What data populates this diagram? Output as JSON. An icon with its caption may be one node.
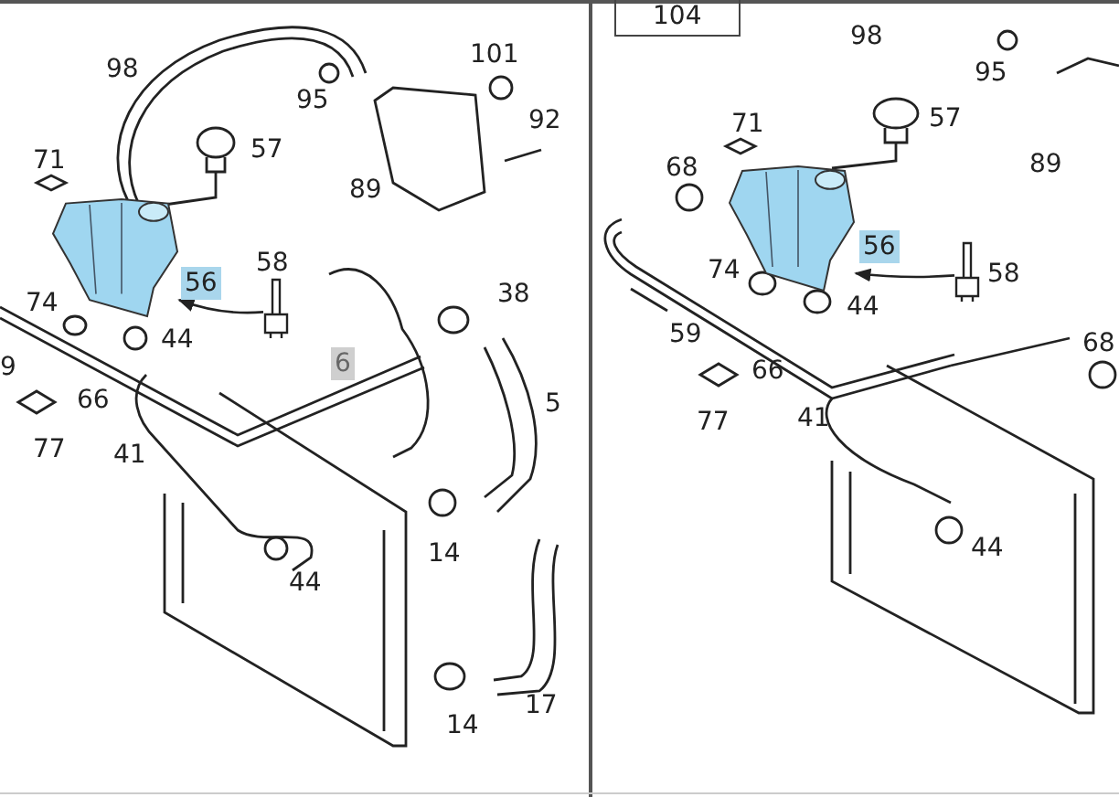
{
  "diagram": {
    "nodes": [
      {
        "text": [],
        "shape": "picture"
      },
      {
        "text": [],
        "shape": "picture",
        "beside": [
          "58"
        ]
      },
      {
        "text": [],
        "shape": "picture"
      },
      {
        "text": [],
        "shape": "picture",
        "beside": [
          "58"
        ]
      }
    ],
    "edges": [
      {
        "from": 1,
        "to": 0,
        "arrow": "to"
      },
      {
        "from": 3,
        "to": 2,
        "arrow": "to"
      }
    ],
    "labels": [
      "98",
      "95",
      "101",
      "71",
      "57",
      "92",
      "89",
      "56",
      "74",
      "44",
      "38",
      "9",
      "6",
      "66",
      "5",
      "77",
      "41",
      "14",
      "44",
      "14",
      "17",
      "104",
      "98",
      "95",
      "71",
      "57",
      "68",
      "89",
      "56",
      "74",
      "44",
      "59",
      "68",
      "66",
      "77",
      "41",
      "44"
    ]
  }
}
